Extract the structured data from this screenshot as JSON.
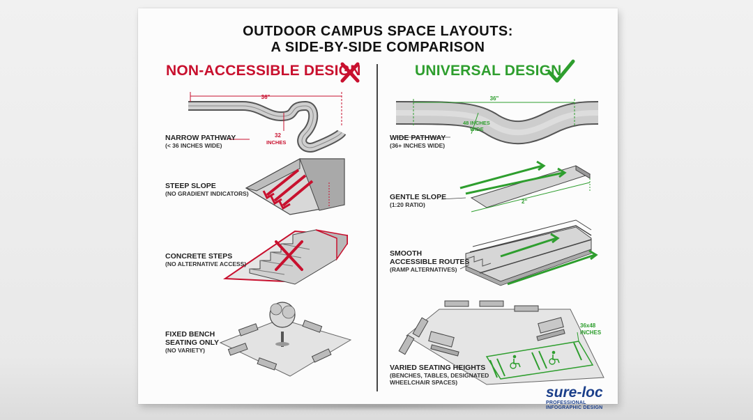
{
  "title": {
    "line1": "OUTDOOR CAMPUS SPACE LAYOUTS:",
    "line2": "A SIDE-BY-SIDE COMPARISON"
  },
  "left": {
    "heading": "NON-ACCESSIBLE DESIGN",
    "heading_color": "#c8102e",
    "items": [
      {
        "label": "NARROW PATHWAY",
        "sub": "(< 36 INCHES WIDE)"
      },
      {
        "label": "STEEP SLOPE",
        "sub": "(NO GRADIENT INDICATORS)"
      },
      {
        "label": "CONCRETE STEPS",
        "sub": "(NO ALTERNATIVE ACCESS)"
      },
      {
        "label": "FIXED BENCH",
        "label2": "SEATING ONLY",
        "sub": "(NO VARIETY)"
      }
    ],
    "dims": {
      "width": "36\"",
      "narrow": "32",
      "narrow_unit": "INCHES"
    }
  },
  "right": {
    "heading": "UNIVERSAL DESIGN",
    "heading_color": "#2e9e2e",
    "items": [
      {
        "label": "WIDE PATHWAY",
        "sub": "(36+ INCHES WIDE)"
      },
      {
        "label": "GENTLE SLOPE",
        "sub": "(1:20 RATIO)"
      },
      {
        "label": "SMOOTH",
        "label2": "ACCESSIBLE ROUTES",
        "sub": "(RAMP ALTERNATIVES)"
      },
      {
        "label": "VARIED SEATING HEIGHTS",
        "sub": "(BENCHES, TABLES, DESIGNATED",
        "sub2": "WHEELCHAIR SPACES)"
      }
    ],
    "dims": {
      "width": "36\"",
      "wide_1": "48 INCHES",
      "wide_2": "WIDE",
      "slope": "2\"",
      "space_1": "36x48",
      "space_2": "INCHES"
    }
  },
  "logo": {
    "name": "sure-loc",
    "tagline": "PROFESSIONAL INFOGRAPHIC DESIGN"
  },
  "icons": [
    "x-mark-icon",
    "check-mark-icon",
    "wheelchair-icon"
  ]
}
